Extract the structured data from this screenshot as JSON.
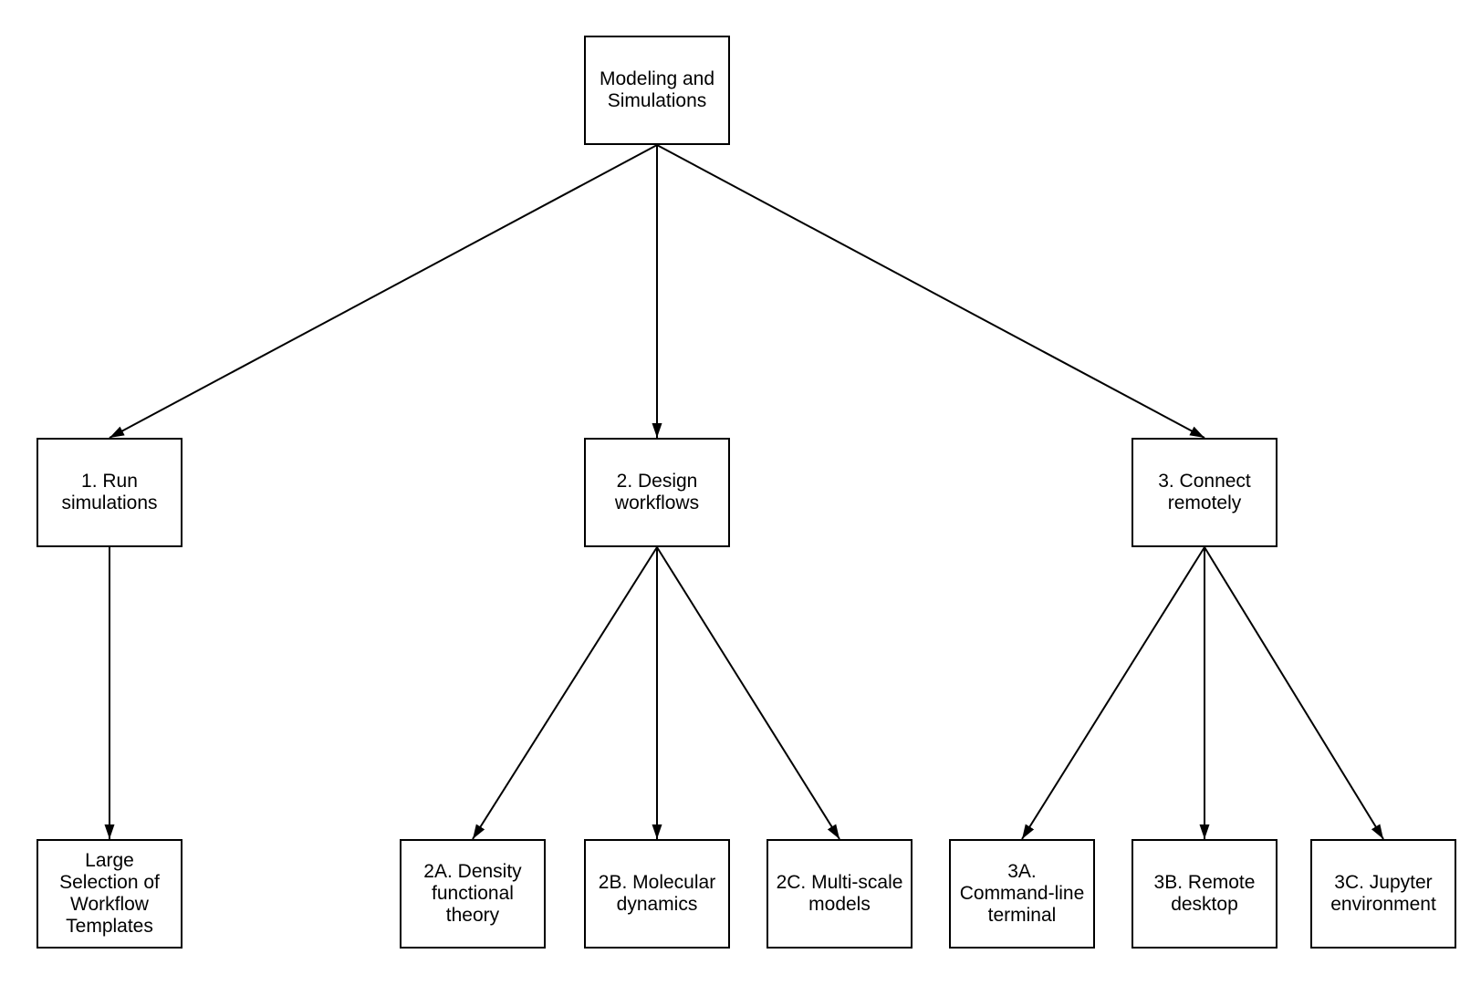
{
  "diagram": {
    "colors": {
      "stroke": "#000000",
      "fill": "#ffffff",
      "text": "#000000"
    },
    "nodes": [
      {
        "id": "modeling-simulations",
        "label": "Modeling and\nSimulations"
      },
      {
        "id": "run-simulations",
        "label": "1. Run\nsimulations"
      },
      {
        "id": "design-workflows",
        "label": "2. Design\nworkflows"
      },
      {
        "id": "connect-remotely",
        "label": "3. Connect\nremotely"
      },
      {
        "id": "workflow-templates",
        "label": "Large\nSelection of\nWorkflow\nTemplates"
      },
      {
        "id": "density-functional",
        "label": "2A. Density\nfunctional\ntheory"
      },
      {
        "id": "molecular-dynamics",
        "label": "2B. Molecular\ndynamics"
      },
      {
        "id": "multi-scale-models",
        "label": "2C. Multi-scale\nmodels"
      },
      {
        "id": "command-line-terminal",
        "label": "3A.\nCommand-line\nterminal"
      },
      {
        "id": "remote-desktop",
        "label": "3B. Remote\ndesktop"
      },
      {
        "id": "jupyter-environment",
        "label": "3C. Jupyter\nenvironment"
      }
    ],
    "edges": [
      {
        "from": "modeling-simulations",
        "to": "run-simulations"
      },
      {
        "from": "modeling-simulations",
        "to": "design-workflows"
      },
      {
        "from": "modeling-simulations",
        "to": "connect-remotely"
      },
      {
        "from": "run-simulations",
        "to": "workflow-templates"
      },
      {
        "from": "design-workflows",
        "to": "density-functional"
      },
      {
        "from": "design-workflows",
        "to": "molecular-dynamics"
      },
      {
        "from": "design-workflows",
        "to": "multi-scale-models"
      },
      {
        "from": "connect-remotely",
        "to": "command-line-terminal"
      },
      {
        "from": "connect-remotely",
        "to": "remote-desktop"
      },
      {
        "from": "connect-remotely",
        "to": "jupyter-environment"
      }
    ]
  }
}
